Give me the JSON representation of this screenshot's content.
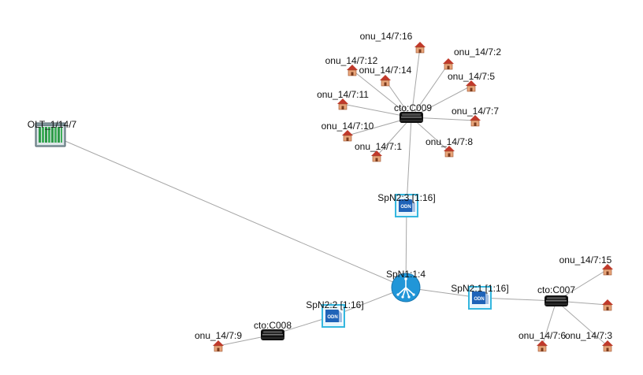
{
  "nodes": [
    {
      "id": "olt",
      "type": "olt",
      "label": "OLT_1/14/7"
    },
    {
      "id": "spn1",
      "type": "splitter-root",
      "label": "SpN1:1:4"
    },
    {
      "id": "spn23",
      "type": "odn",
      "label": "SpN2:3 [1:16]"
    },
    {
      "id": "spn22",
      "type": "odn",
      "label": "SpN2:2 [1:16]"
    },
    {
      "id": "spn21",
      "type": "odn",
      "label": "SpN2:1 [1:16]"
    },
    {
      "id": "c009",
      "type": "cto",
      "label": "cto:C009"
    },
    {
      "id": "c008",
      "type": "cto",
      "label": "cto:C008"
    },
    {
      "id": "c007",
      "type": "cto",
      "label": "cto:C007"
    },
    {
      "id": "o16",
      "type": "onu",
      "label": "onu_14/7:16"
    },
    {
      "id": "o2",
      "type": "onu",
      "label": "onu_14/7:2"
    },
    {
      "id": "o12",
      "type": "onu",
      "label": "onu_14/7:12"
    },
    {
      "id": "o14",
      "type": "onu",
      "label": "onu_14/7:14"
    },
    {
      "id": "o5",
      "type": "onu",
      "label": "onu_14/7:5"
    },
    {
      "id": "o11",
      "type": "onu",
      "label": "onu_14/7:11"
    },
    {
      "id": "o7",
      "type": "onu",
      "label": "onu_14/7:7"
    },
    {
      "id": "o10",
      "type": "onu",
      "label": "onu_14/7:10"
    },
    {
      "id": "o8",
      "type": "onu",
      "label": "onu_14/7:8"
    },
    {
      "id": "o1",
      "type": "onu",
      "label": "onu_14/7:1"
    },
    {
      "id": "o9",
      "type": "onu",
      "label": "onu_14/7:9"
    },
    {
      "id": "o15",
      "type": "onu",
      "label": "onu_14/7:15"
    },
    {
      "id": "o4",
      "type": "onu",
      "label": ""
    },
    {
      "id": "o6",
      "type": "onu",
      "label": "onu_14/7:6"
    },
    {
      "id": "o3",
      "type": "onu",
      "label": "onu_14/7:3"
    }
  ],
  "links": [
    [
      "olt",
      "spn1"
    ],
    [
      "spn1",
      "spn23"
    ],
    [
      "spn1",
      "spn22"
    ],
    [
      "spn1",
      "spn21"
    ],
    [
      "spn23",
      "c009"
    ],
    [
      "spn22",
      "c008"
    ],
    [
      "spn21",
      "c007"
    ],
    [
      "c009",
      "o16"
    ],
    [
      "c009",
      "o2"
    ],
    [
      "c009",
      "o12"
    ],
    [
      "c009",
      "o14"
    ],
    [
      "c009",
      "o5"
    ],
    [
      "c009",
      "o11"
    ],
    [
      "c009",
      "o7"
    ],
    [
      "c009",
      "o10"
    ],
    [
      "c009",
      "o8"
    ],
    [
      "c009",
      "o1"
    ],
    [
      "c008",
      "o9"
    ],
    [
      "c007",
      "o15"
    ],
    [
      "c007",
      "o4"
    ],
    [
      "c007",
      "o6"
    ],
    [
      "c007",
      "o3"
    ]
  ],
  "colors": {
    "link": "#a6a6a6",
    "odn_blue": "#1f63b8",
    "odn_frame": "#35b7df",
    "splitter": "#2196d8",
    "onu_roof": "#c0392b",
    "onu_wall": "#e8a57a",
    "cto_body": "#111111",
    "olt_rack": "#7a8f96",
    "olt_card": "#2e9a48"
  }
}
